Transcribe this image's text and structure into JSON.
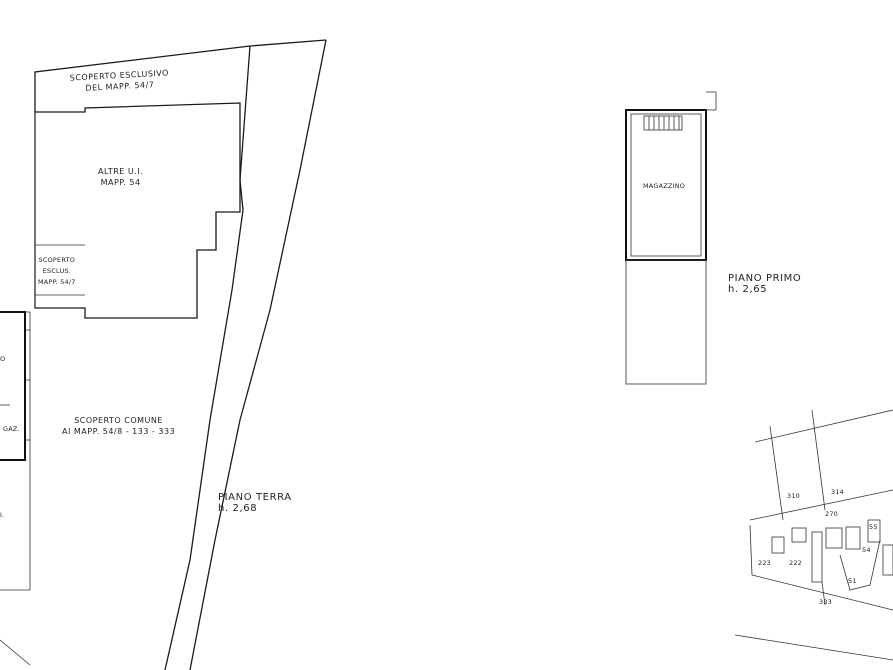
{
  "ground_floor": {
    "top_area_line1": "Scoperto esclusivo",
    "top_area_line2": "del mapp. 54/7",
    "other_units_line1": "Altre u.i.",
    "other_units_line2": "mapp. 54",
    "small_area_line1": "Scoperto",
    "small_area_line2": "esclus.",
    "small_area_line3": "mapp. 54/7",
    "common_area_line1": "Scoperto comune",
    "common_area_line2": "ai mapp. 54/8 - 133 - 333",
    "left_fragment_1": "o",
    "left_fragment_2": "gaz.",
    "left_fragment_3": "I.",
    "floor_label": "Piano terra",
    "height_label": "h. 2,68"
  },
  "first_floor": {
    "room_label": "Magazzino",
    "floor_label": "Piano primo",
    "height_label": "h. 2,65"
  },
  "cadastral_map": {
    "parcels": [
      "310",
      "314",
      "270",
      "223",
      "222",
      "333",
      "55",
      "54",
      "51"
    ]
  }
}
